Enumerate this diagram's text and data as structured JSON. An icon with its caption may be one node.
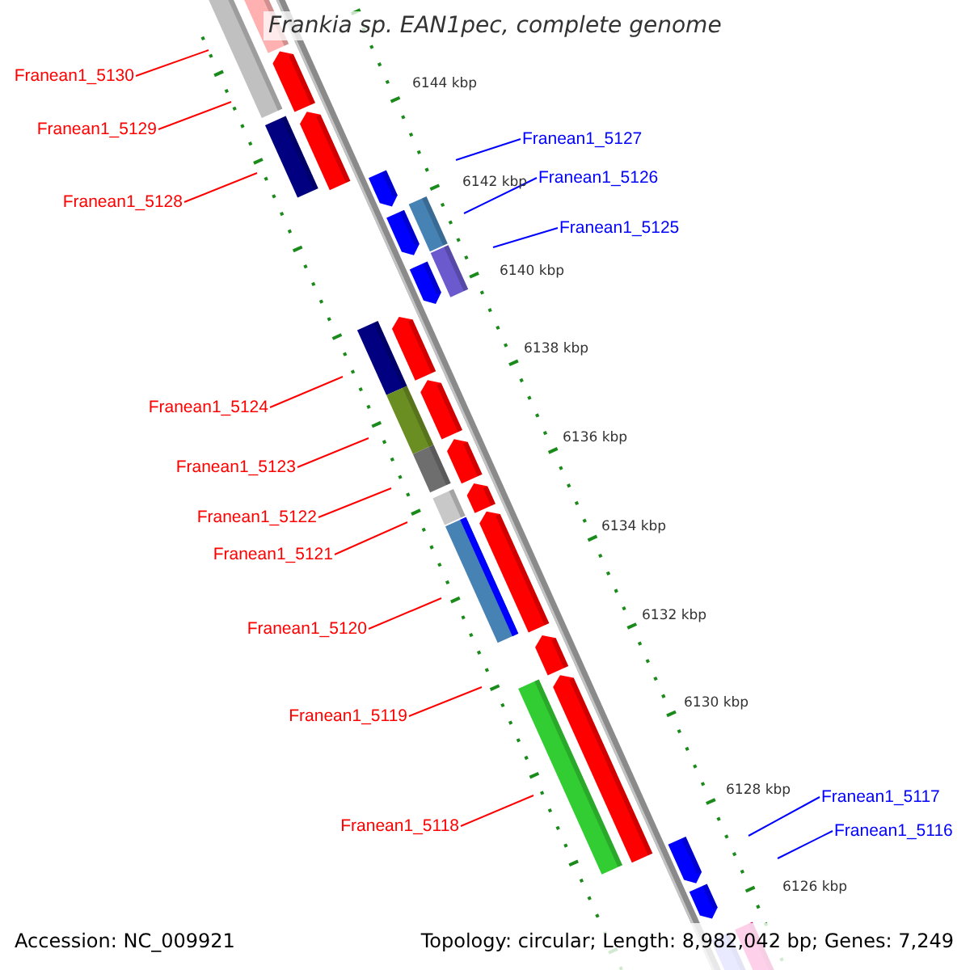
{
  "diagram": {
    "title": "Frankia sp. EAN1pec, complete genome",
    "nodes": [
      {
        "text": [
          "Franean1_5130"
        ]
      },
      {
        "text": [
          "Franean1_5129"
        ]
      },
      {
        "text": [
          "Franean1_5127"
        ]
      },
      {
        "text": [
          "Franean1_5126"
        ]
      },
      {
        "text": [
          "Franean1_5128"
        ]
      },
      {
        "text": [
          "Franean1_5125"
        ]
      },
      {
        "text": [
          "Franean1_5124"
        ]
      },
      {
        "text": [
          "Franean1_5123"
        ]
      },
      {
        "text": [
          "Franean1_5122"
        ]
      },
      {
        "text": [
          "Franean1_5121"
        ]
      },
      {
        "text": [
          "Franean1_5120"
        ]
      },
      {
        "text": [
          "Franean1_5119"
        ]
      },
      {
        "text": [
          "Franean1_5117"
        ]
      },
      {
        "text": [
          "Franean1_5118"
        ]
      },
      {
        "text": [
          "Franean1_5116"
        ]
      }
    ],
    "edges": [
      {
        "from": 0,
        "to": null,
        "arrow": "none"
      },
      {
        "from": 1,
        "to": null,
        "arrow": "none"
      },
      {
        "from": 2,
        "to": null,
        "arrow": "none",
        "color": "#0000ff"
      },
      {
        "from": 3,
        "to": null,
        "arrow": "none",
        "color": "#0000ff"
      },
      {
        "from": 4,
        "to": null,
        "arrow": "none"
      },
      {
        "from": 5,
        "to": null,
        "arrow": "none",
        "color": "#0000ff"
      },
      {
        "from": 6,
        "to": null,
        "arrow": "none"
      },
      {
        "from": 7,
        "to": null,
        "arrow": "none"
      },
      {
        "from": 8,
        "to": null,
        "arrow": "none"
      },
      {
        "from": 9,
        "to": null,
        "arrow": "none"
      },
      {
        "from": 10,
        "to": null,
        "arrow": "none"
      },
      {
        "from": 11,
        "to": null,
        "arrow": "none"
      },
      {
        "from": 12,
        "to": null,
        "arrow": "none",
        "color": "#0000ff"
      },
      {
        "from": 13,
        "to": null,
        "arrow": "none"
      },
      {
        "from": 14,
        "to": null,
        "arrow": "none",
        "color": "#0000ff"
      }
    ],
    "labels": [
      "6144 kbp",
      "6142 kbp",
      "6140 kbp",
      "6138 kbp",
      "6136 kbp",
      "6134 kbp",
      "6132 kbp",
      "6130 kbp",
      "6128 kbp",
      "6126 kbp",
      "Accession: NC_009921",
      "Topology: circular; Length: 8,982,042 bp; Genes: 7,249"
    ]
  }
}
